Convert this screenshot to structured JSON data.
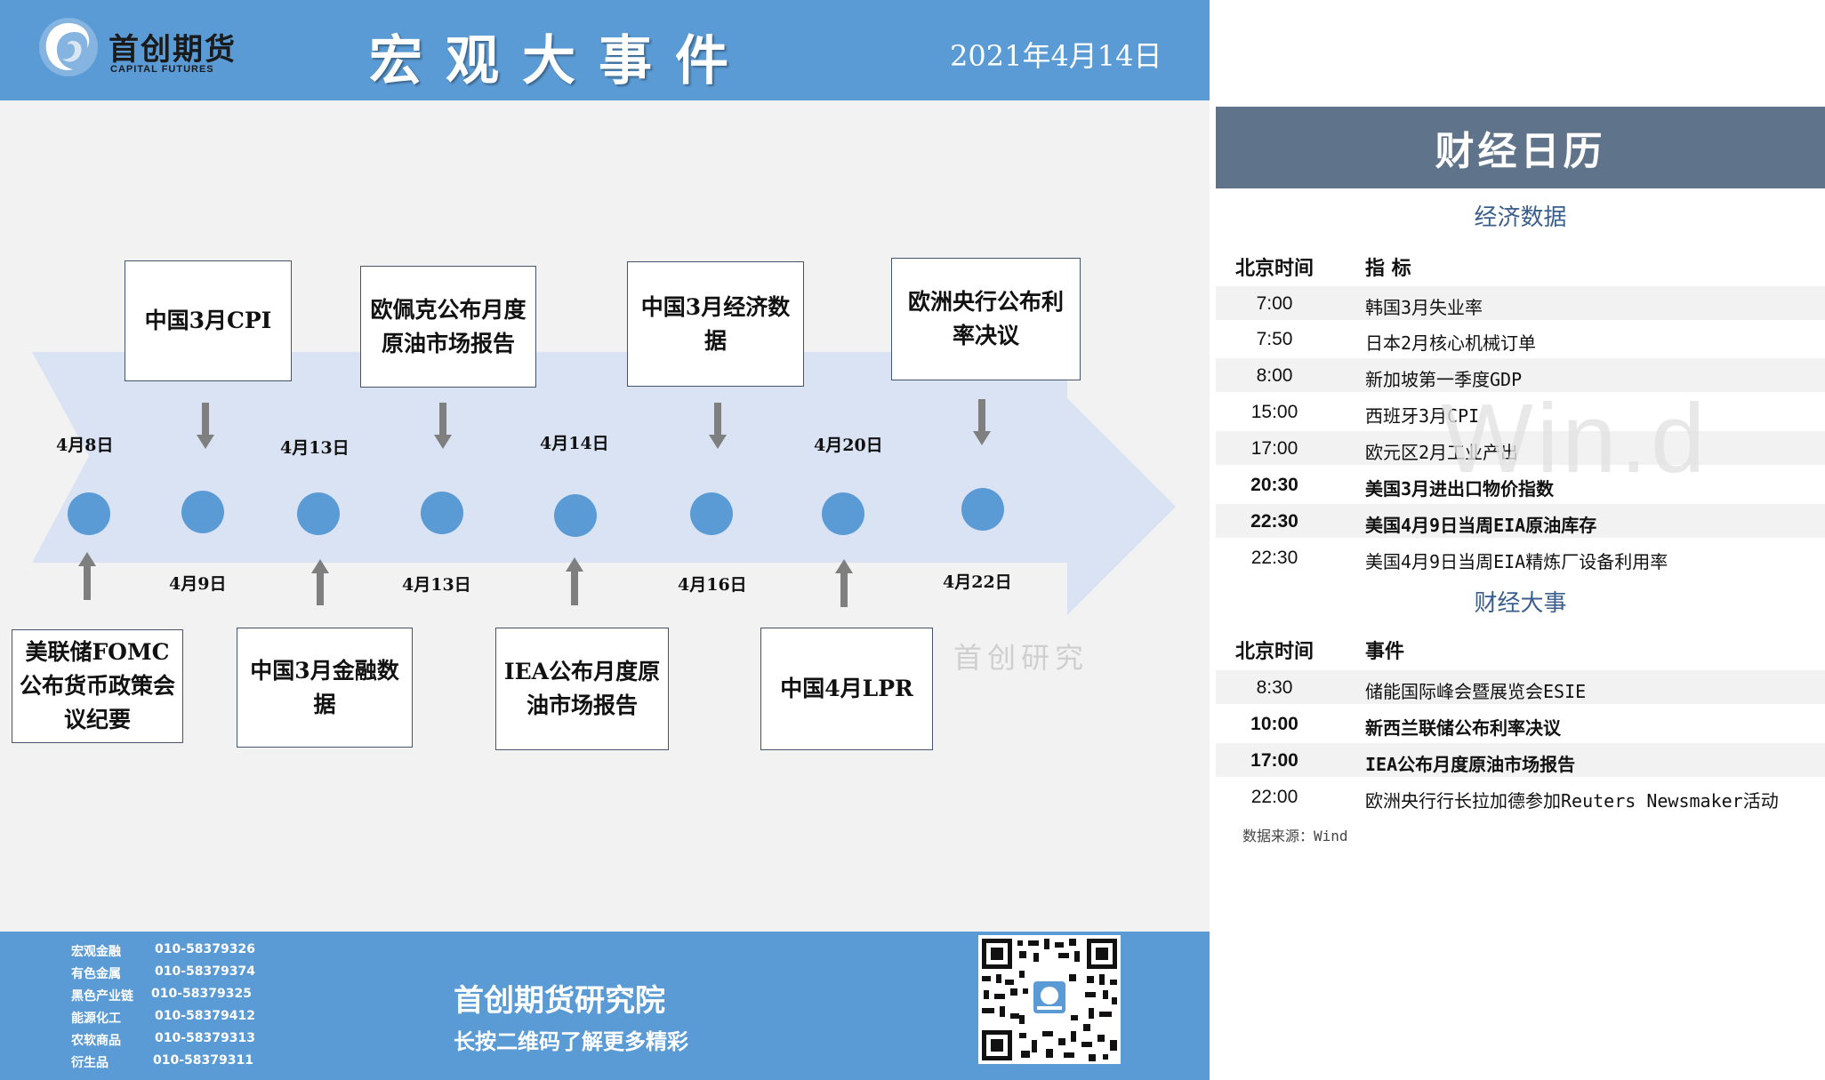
{
  "header": {
    "logo_cn": "首创期货",
    "logo_en": "CAPITAL FUTURES",
    "title": "宏观大事件",
    "date": "2021年4月14日"
  },
  "timeline": {
    "top_dates": [
      "4月8日",
      "4月13日",
      "4月14日",
      "4月20日"
    ],
    "bottom_dates": [
      "4月9日",
      "4月13日",
      "4月16日",
      "4月22日"
    ],
    "top_events": [
      "中国3月CPI",
      "欧佩克公布月度原油市场报告",
      "中国3月经济数据",
      "欧洲央行公布利率决议"
    ],
    "bottom_events": [
      "美联储FOMC公布货币政策会议纪要",
      "中国3月金融数据",
      "IEA公布月度原油市场报告",
      "中国4月LPR"
    ],
    "watermark": "首创研究"
  },
  "footer": {
    "contacts": [
      {
        "dept": "宏观金融",
        "phone": "010-58379326"
      },
      {
        "dept": "有色金属",
        "phone": "010-58379374"
      },
      {
        "dept": "黑色产业链",
        "phone": "010-58379325"
      },
      {
        "dept": "能源化工",
        "phone": "010-58379412"
      },
      {
        "dept": "农软商品",
        "phone": "010-58379313"
      },
      {
        "dept": "衍生品",
        "phone": "010-58379311"
      }
    ],
    "org": "首创期货研究院",
    "slogan": "长按二维码了解更多精彩"
  },
  "calendar": {
    "title": "财经日历",
    "econ_title": "经济数据",
    "econ_headers": [
      "北京时间",
      "指 标"
    ],
    "econ_rows": [
      {
        "time": "7:00",
        "item": "韩国3月失业率",
        "bold": false
      },
      {
        "time": "7:50",
        "item": "日本2月核心机械订单",
        "bold": false
      },
      {
        "time": "8:00",
        "item": "新加坡第一季度GDP",
        "bold": false
      },
      {
        "time": "15:00",
        "item": "西班牙3月CPI",
        "bold": false
      },
      {
        "time": "17:00",
        "item": "欧元区2月工业产出",
        "bold": false
      },
      {
        "time": "20:30",
        "item": "美国3月进出口物价指数",
        "bold": true
      },
      {
        "time": "22:30",
        "item": "美国4月9日当周EIA原油库存",
        "bold": true
      },
      {
        "time": "22:30",
        "item": "美国4月9日当周EIA精炼厂设备利用率",
        "bold": false
      }
    ],
    "event_title": "财经大事",
    "event_headers": [
      "北京时间",
      "事件"
    ],
    "event_rows": [
      {
        "time": "8:30",
        "item": "储能国际峰会暨展览会ESIE",
        "bold": false
      },
      {
        "time": "10:00",
        "item": "新西兰联储公布利率决议",
        "bold": true
      },
      {
        "time": "17:00",
        "item": "IEA公布月度原油市场报告",
        "bold": true
      },
      {
        "time": "22:00",
        "item": "欧洲央行行长拉加德参加Reuters Newsmaker活动",
        "bold": false
      }
    ],
    "source": "数据来源：Wind",
    "watermark": "Win.d"
  }
}
